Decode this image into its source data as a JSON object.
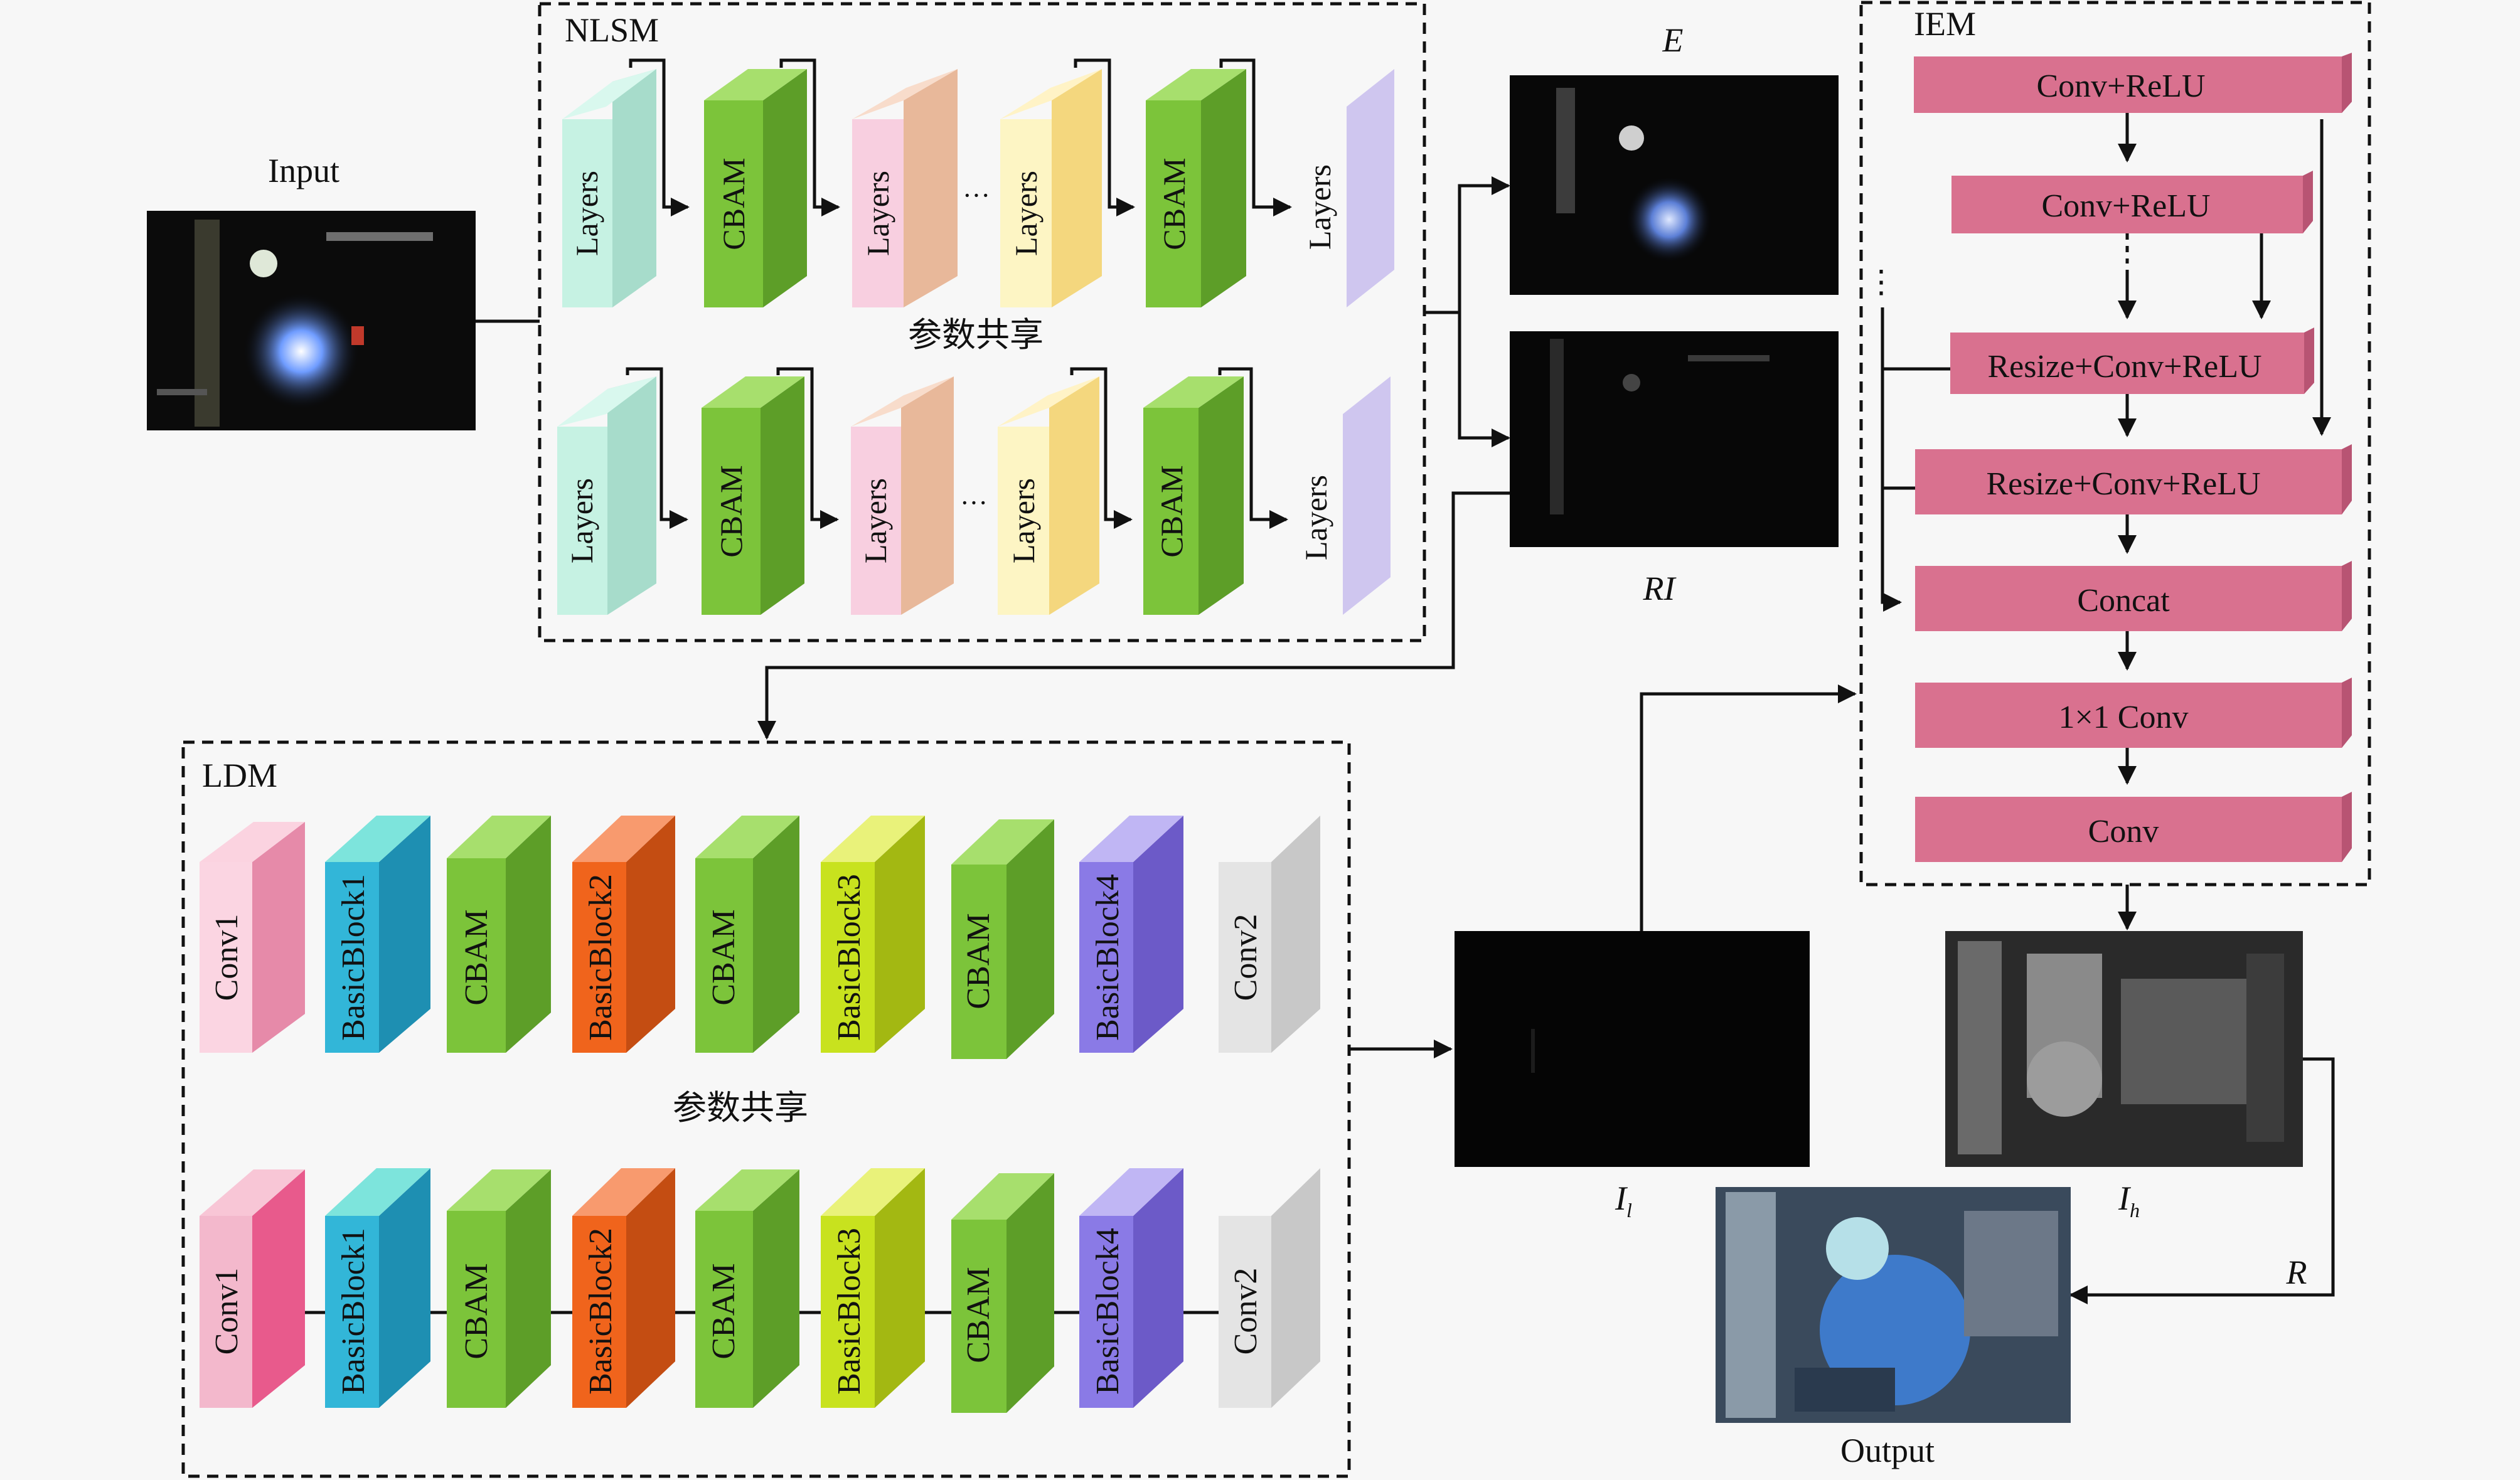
{
  "labels": {
    "input": "Input",
    "output": "Output",
    "nlsm": "NLSM",
    "iem": "IEM",
    "ldm": "LDM",
    "share_top": "参数共享",
    "share_bottom": "参数共享",
    "E": "E",
    "RI": "RI",
    "R": "R",
    "Il_base": "I",
    "Il_sub": "l",
    "Ih_base": "I",
    "Ih_sub": "h",
    "dots": "···",
    "vdots": "⋮"
  },
  "nlsm": {
    "blocks": [
      "Layers",
      "CBAM",
      "Layers",
      "Layers",
      "CBAM",
      "Layers"
    ]
  },
  "ldm": {
    "blocks": [
      "Conv1",
      "BasicBlock1",
      "CBAM",
      "BasicBlock2",
      "CBAM",
      "BasicBlock3",
      "CBAM",
      "BasicBlock4",
      "Conv2"
    ]
  },
  "iem": {
    "layers": [
      "Conv+ReLU",
      "Conv+ReLU",
      "Resize+Conv+ReLU",
      "Resize+Conv+ReLU",
      "Concat",
      "1×1 Conv",
      "Conv"
    ]
  },
  "colors": {
    "layers1": "#c6f2e3",
    "cbam": "#7cc43a",
    "layers2": "#f3cdb4",
    "layers3": "#fbe9a8",
    "layers4": "#cfc6ef",
    "conv1": "#f4a8c2",
    "basic1": "#32b6d8",
    "basic2": "#f0641c",
    "basic3": "#c8e21e",
    "basic4": "#8a7ae6",
    "conv2": "#e4e4e4",
    "iem_block": "#d9718f"
  }
}
